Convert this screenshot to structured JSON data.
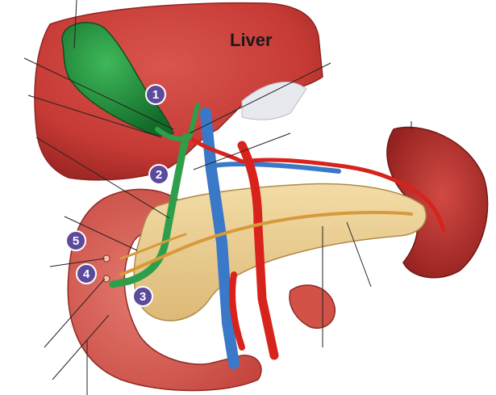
{
  "organ_labels": {
    "liver": "Liver"
  },
  "numbered_markers": [
    {
      "id": "marker-1",
      "text": "1"
    },
    {
      "id": "marker-2",
      "text": "2"
    },
    {
      "id": "marker-3",
      "text": "3"
    },
    {
      "id": "marker-4",
      "text": "4"
    },
    {
      "id": "marker-5",
      "text": "5"
    }
  ],
  "colors": {
    "liver": "#c83b36",
    "gallbladder": "#1e8a3a",
    "bile_duct": "#2e9e4a",
    "pancreas": "#e9cf8f",
    "pancreatic_duct": "#d79a3a",
    "duodenum": "#d9584f",
    "spleen": "#b8302d",
    "artery": "#d8231c",
    "vein": "#3a78c8",
    "marker": "#5c4a9c"
  }
}
